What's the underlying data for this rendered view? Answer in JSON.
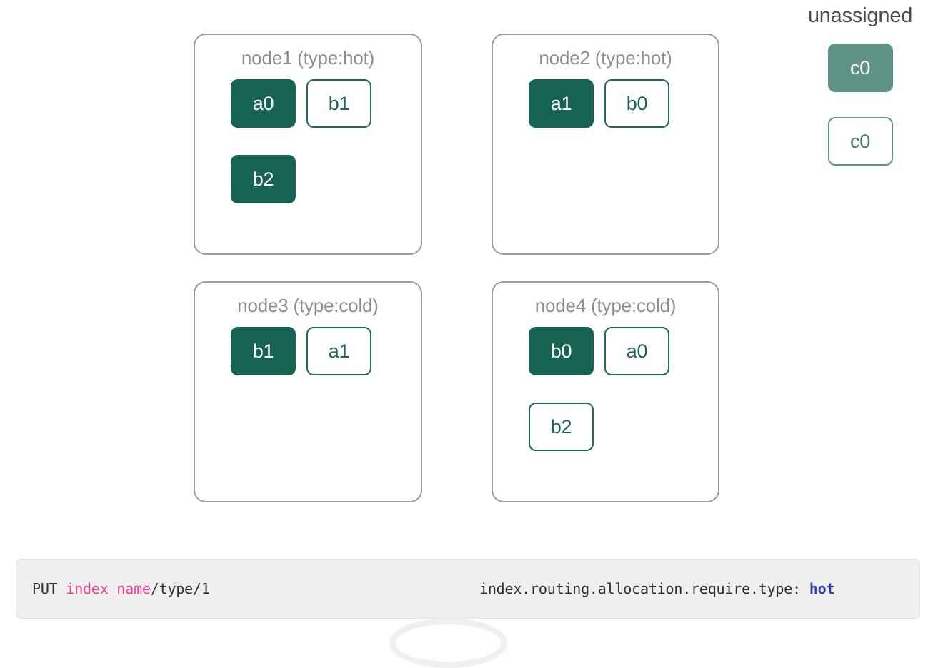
{
  "diagram": {
    "title_unassigned": "unassigned",
    "nodes": [
      {
        "id": "node1",
        "label": "node1 (type:hot)",
        "rows": [
          [
            {
              "name": "a0",
              "kind": "primary"
            },
            {
              "name": "b1",
              "kind": "replica"
            }
          ],
          [
            {
              "name": "b2",
              "kind": "primary"
            }
          ]
        ]
      },
      {
        "id": "node2",
        "label": "node2 (type:hot)",
        "rows": [
          [
            {
              "name": "a1",
              "kind": "primary"
            },
            {
              "name": "b0",
              "kind": "replica"
            }
          ]
        ]
      },
      {
        "id": "node3",
        "label": "node3 (type:cold)",
        "rows": [
          [
            {
              "name": "b1",
              "kind": "primary"
            },
            {
              "name": "a1",
              "kind": "replica"
            }
          ]
        ]
      },
      {
        "id": "node4",
        "label": "node4 (type:cold)",
        "rows": [
          [
            {
              "name": "b0",
              "kind": "primary"
            },
            {
              "name": "a0",
              "kind": "replica"
            }
          ],
          [
            {
              "name": "b2",
              "kind": "replica"
            }
          ]
        ]
      }
    ],
    "unassigned": [
      {
        "name": "c0",
        "kind": "primary"
      },
      {
        "name": "c0",
        "kind": "replica"
      }
    ]
  },
  "code_bar": {
    "left": {
      "method": "PUT ",
      "index": "index_name",
      "path": "/type/1"
    },
    "right": {
      "setting": "index.routing.allocation.require.type:",
      "space": " ",
      "value": "hot"
    }
  },
  "colors": {
    "primary_shard": "#166353",
    "replica_border": "#23695a",
    "unassigned_shard": "#5f9387",
    "node_border": "#9b9b9b",
    "node_label": "#8d8d8d",
    "code_bg": "#efefef",
    "code_index_token": "#ec3f8e",
    "code_value_token": "#2f40a8"
  }
}
